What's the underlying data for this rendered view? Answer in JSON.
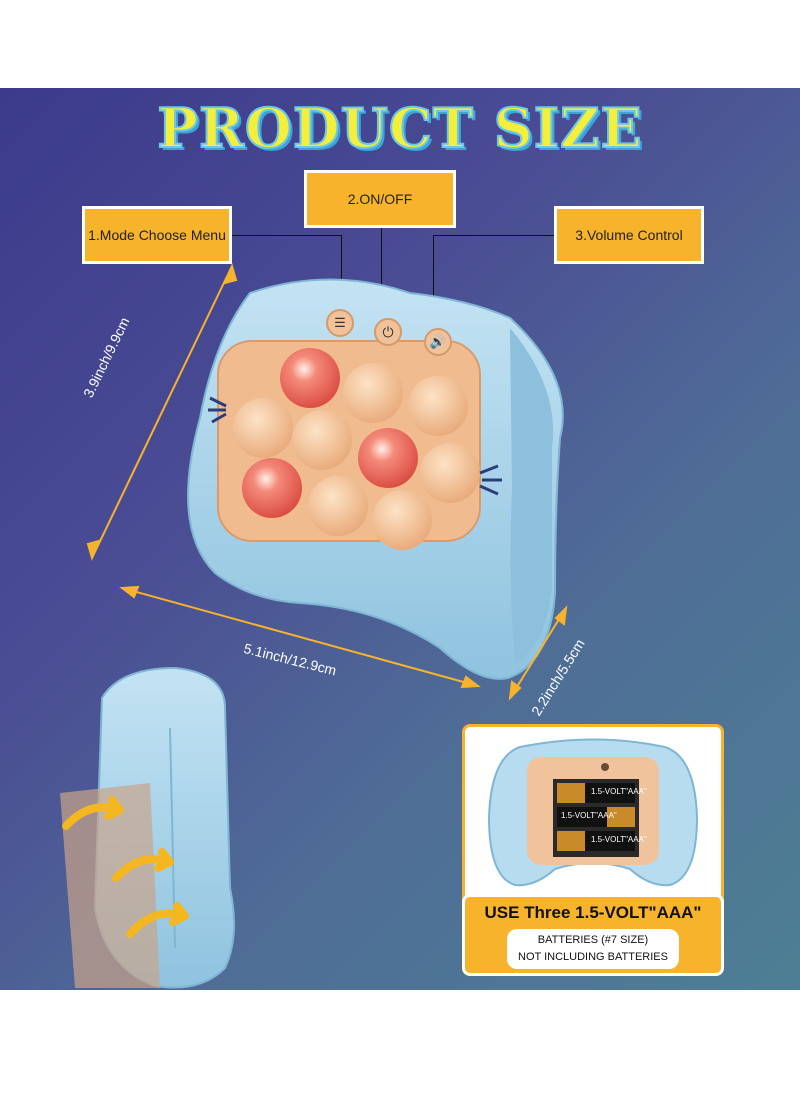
{
  "title": "PRODUCT SIZE",
  "callouts": {
    "mode": "1.Mode Choose Menu",
    "power": "2.ON/OFF",
    "volume": "3.Volume Control"
  },
  "dimensions": {
    "height": "3.9inch/9.9cm",
    "width": "5.1inch/12.9cm",
    "depth": "2.2inch/5.5cm"
  },
  "battery_label": "1.5-VOLT\"AAA\"",
  "battery_note": {
    "headline": "USE Three 1.5-VOLT\"AAA\"",
    "line1": "BATTERIES (#7 SIZE)",
    "line2": "NOT INCLUDING BATTERIES"
  },
  "colors": {
    "device": "#a9d4ea",
    "button_panel": "#f2c49a",
    "lit_button": "#ef6a5a",
    "callout": "#f7b32b",
    "title": "#f4ef3a"
  }
}
